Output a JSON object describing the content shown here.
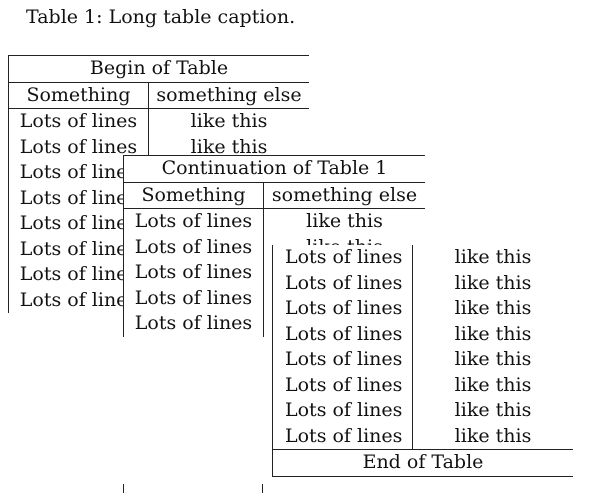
{
  "caption": "Table 1: Long table caption.",
  "first_head": {
    "title": "Begin of Table",
    "col1": "Something",
    "col2": "something else"
  },
  "continued_head": {
    "title": "Continuation of Table 1",
    "col1": "Something",
    "col2": "something else"
  },
  "row": {
    "col1": "Lots of lines",
    "col2": "like this"
  },
  "last_foot": "End of Table"
}
